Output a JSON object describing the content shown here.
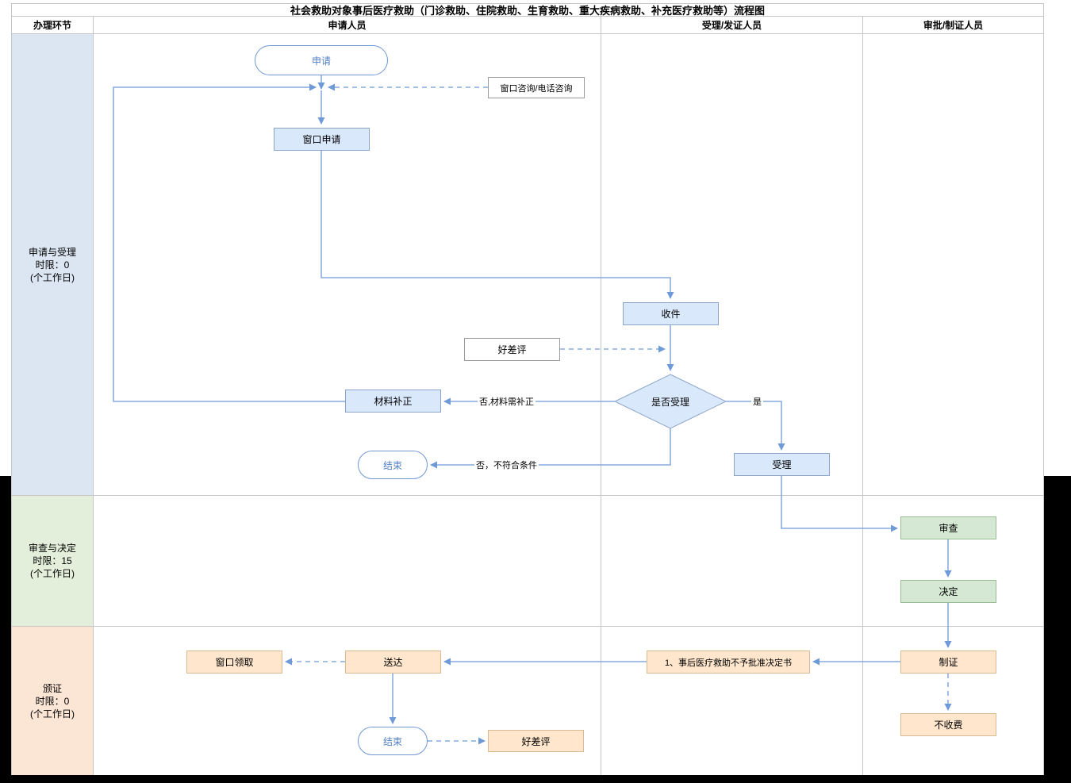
{
  "page": {
    "title": "社会救助对象事后医疗救助（门诊救助、住院救助、生育救助、重大疾病救助、补充医疗救助等）流程图"
  },
  "columns": [
    {
      "label": "办理环节"
    },
    {
      "label": "申请人员"
    },
    {
      "label": "受理/发证人员"
    },
    {
      "label": "审批/制证人员"
    }
  ],
  "lanes": [
    {
      "name": "申请与受理",
      "limit": "时限：0",
      "unit": "(个工作日)"
    },
    {
      "name": "审查与决定",
      "limit": "时限：15",
      "unit": "(个工作日)"
    },
    {
      "name": "颁证",
      "limit": "时限：0",
      "unit": "(个工作日)"
    }
  ],
  "nodes": {
    "apply": "申请",
    "window_consult": "窗口咨询/电话咨询",
    "window_apply": "窗口申请",
    "receive_doc": "收件",
    "rating_top": "好差评",
    "accept_q": "是否受理",
    "material_fix": "材料补正",
    "end_top": "结束",
    "accept": "受理",
    "review": "审查",
    "decide": "决定",
    "make_cert": "制证",
    "no_fee": "不收费",
    "decision_doc": "1、事后医疗救助不予批准决定书",
    "deliver": "送达",
    "window_pickup": "窗口领取",
    "end_bottom": "结束",
    "rating_bottom": "好差评"
  },
  "edges": {
    "no_fix": "否,材料需补正",
    "no_reject": "否，不符合条件",
    "yes": "是"
  },
  "colors": {
    "wire_blue": "#6f9ad8",
    "lane_blue": "#dce6f3",
    "lane_green": "#e3efda",
    "lane_orange": "#fbe5d5",
    "node_blue": "#dae8fc",
    "node_green": "#d5e8d4",
    "node_orange": "#ffe6cc",
    "stadium_text": "#5380c1"
  }
}
